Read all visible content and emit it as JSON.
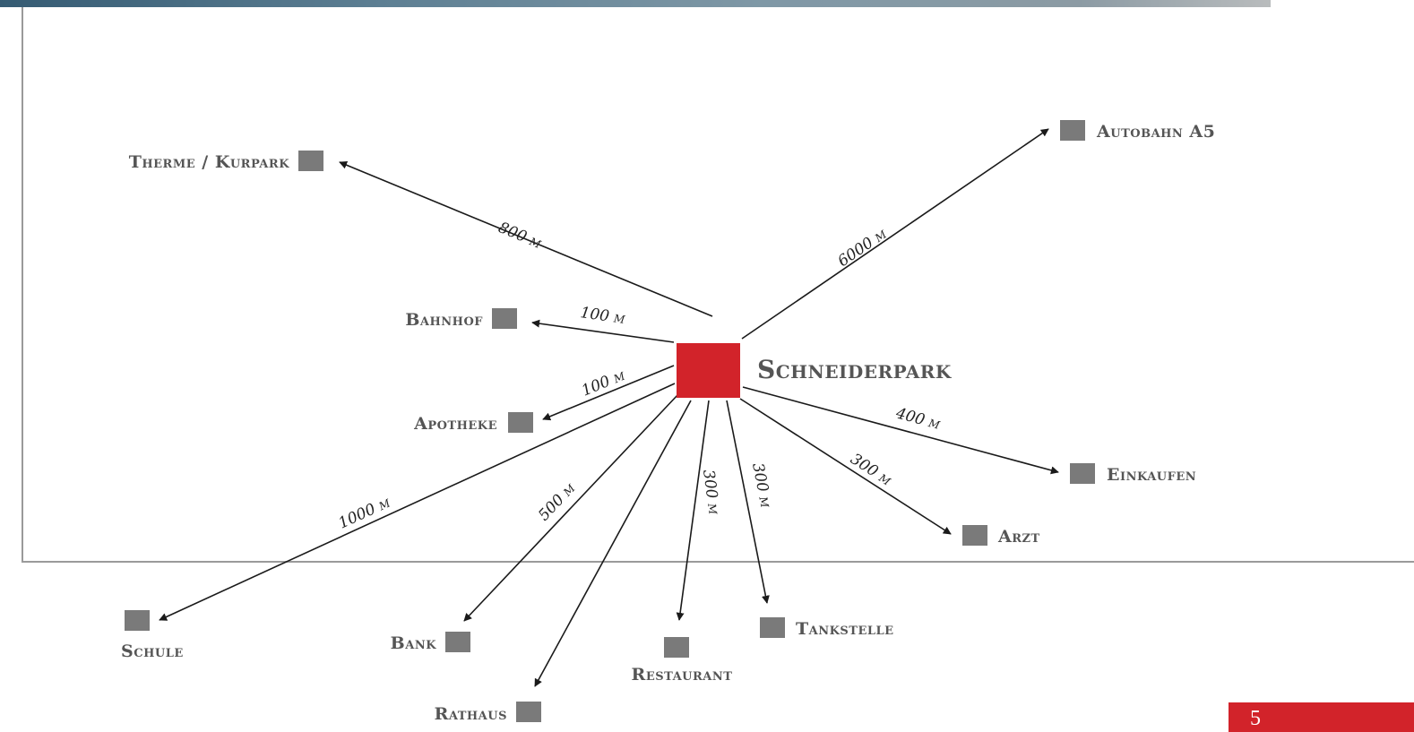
{
  "center": {
    "label": "Schneiderpark",
    "color": "#d2232a"
  },
  "colors": {
    "marker": "#7a7a7a",
    "label": "#555555",
    "accent": "#d2232a"
  },
  "destinations": [
    {
      "id": "therme",
      "label": "Therme / Kurpark",
      "distance": "800 m"
    },
    {
      "id": "autobahn",
      "label": "Autobahn A5",
      "distance": "6000 m"
    },
    {
      "id": "bahnhof",
      "label": "Bahnhof",
      "distance": "100 m"
    },
    {
      "id": "apotheke",
      "label": "Apotheke",
      "distance": "100 m"
    },
    {
      "id": "einkaufen",
      "label": "Einkaufen",
      "distance": "400 m"
    },
    {
      "id": "arzt",
      "label": "Arzt",
      "distance": "300 m"
    },
    {
      "id": "schule",
      "label": "Schule",
      "distance": "1000 m"
    },
    {
      "id": "bank",
      "label": "Bank",
      "distance": "500 m"
    },
    {
      "id": "rathaus",
      "label": "Rathaus",
      "distance": ""
    },
    {
      "id": "restaurant",
      "label": "Restaurant",
      "distance": "300 m"
    },
    {
      "id": "tankstelle",
      "label": "Tankstelle",
      "distance": "300 m"
    }
  ],
  "page_number": "5"
}
